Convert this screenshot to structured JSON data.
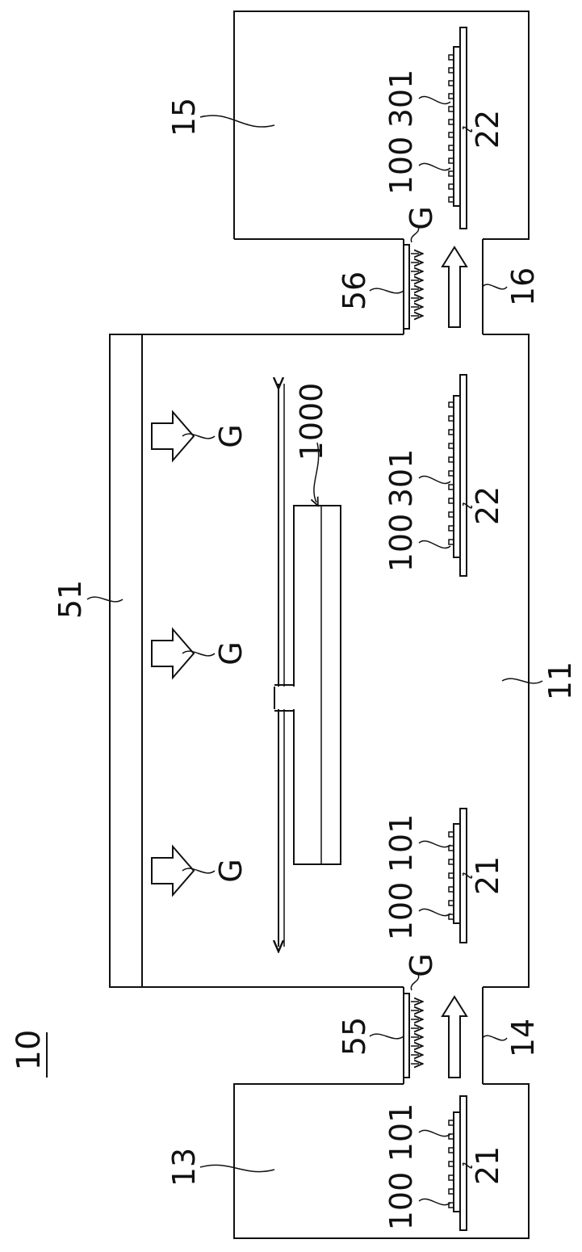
{
  "figure": {
    "number": "10",
    "labels": {
      "l13": "13",
      "l15": "15",
      "l11": "11",
      "l14": "14",
      "l16": "16",
      "l51": "51",
      "l55": "55",
      "l56": "56",
      "l1000": "1000",
      "l21a": "21",
      "l21b": "21",
      "l22a": "22",
      "l22b": "22",
      "l100a": "100",
      "l100b": "100",
      "l100c": "100",
      "l100d": "100",
      "l101a": "101",
      "l101b": "101",
      "l301a": "301",
      "l301b": "301",
      "gas1": "G",
      "gas2": "G",
      "gas3": "G",
      "gas4": "G",
      "gas5": "G"
    }
  }
}
